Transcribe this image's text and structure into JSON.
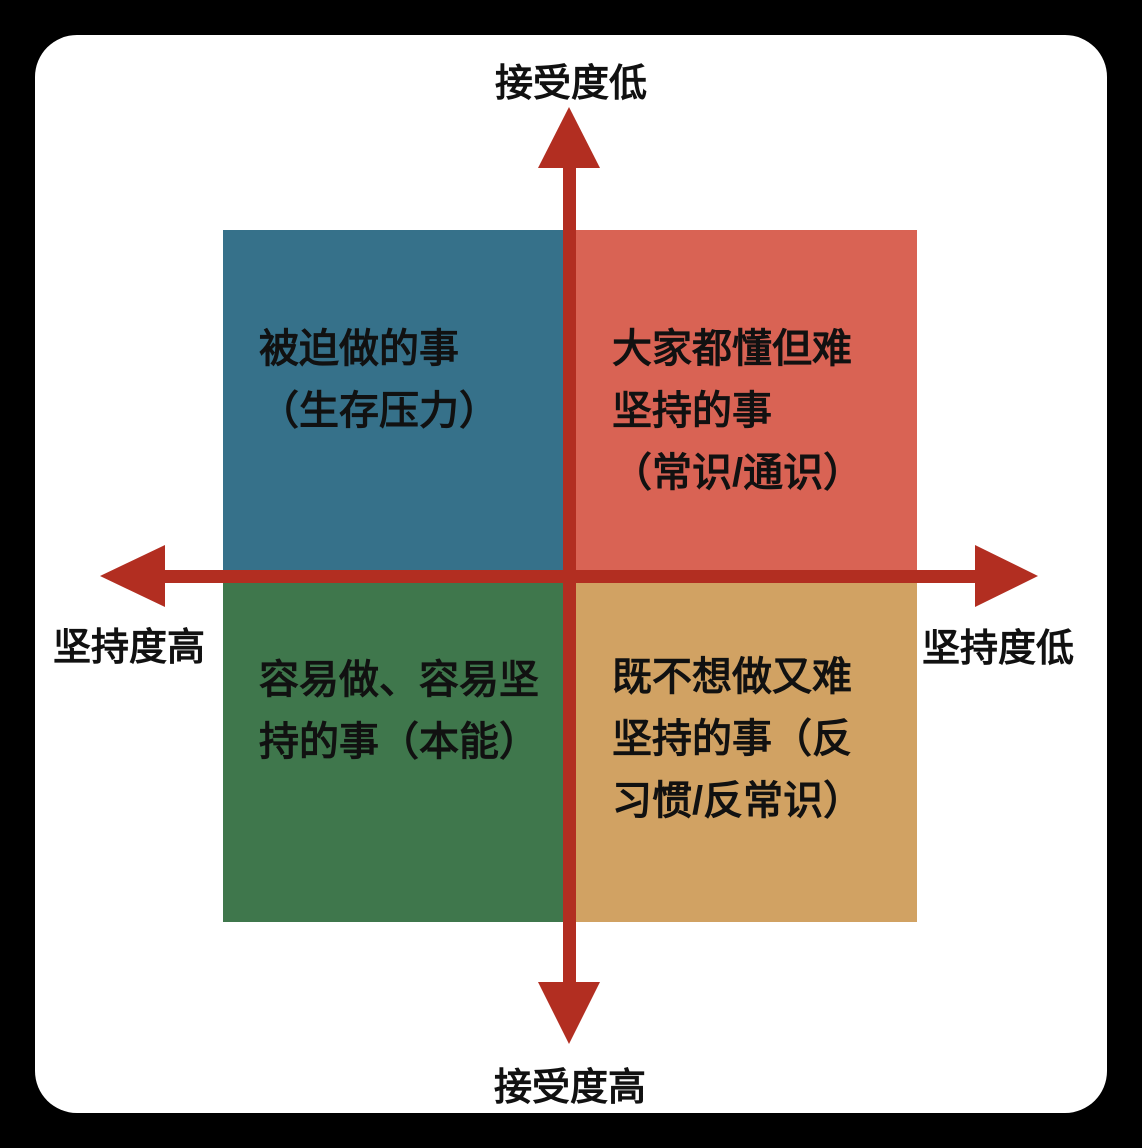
{
  "colors": {
    "background": "#000000",
    "panel": "#ffffff",
    "axis": "#b22e21",
    "text": "#111111"
  },
  "axes": {
    "top_label": "接受度低",
    "bottom_label": "接受度高",
    "left_label": "坚持度高",
    "right_label": "坚持度低"
  },
  "quadrants": [
    {
      "id": "top-left",
      "color": "#36718a",
      "lines": [
        "被迫做的事",
        "（生存压力）"
      ]
    },
    {
      "id": "top-right",
      "color": "#d96354",
      "lines": [
        "大家都懂但难",
        "坚持的事",
        "（常识/通识）"
      ]
    },
    {
      "id": "bottom-left",
      "color": "#3f774c",
      "lines": [
        "容易做、容易坚",
        "持的事（本能）"
      ]
    },
    {
      "id": "bottom-right",
      "color": "#d1a263",
      "lines": [
        "既不想做又难",
        "坚持的事（反",
        "习惯/反常识）"
      ]
    }
  ]
}
